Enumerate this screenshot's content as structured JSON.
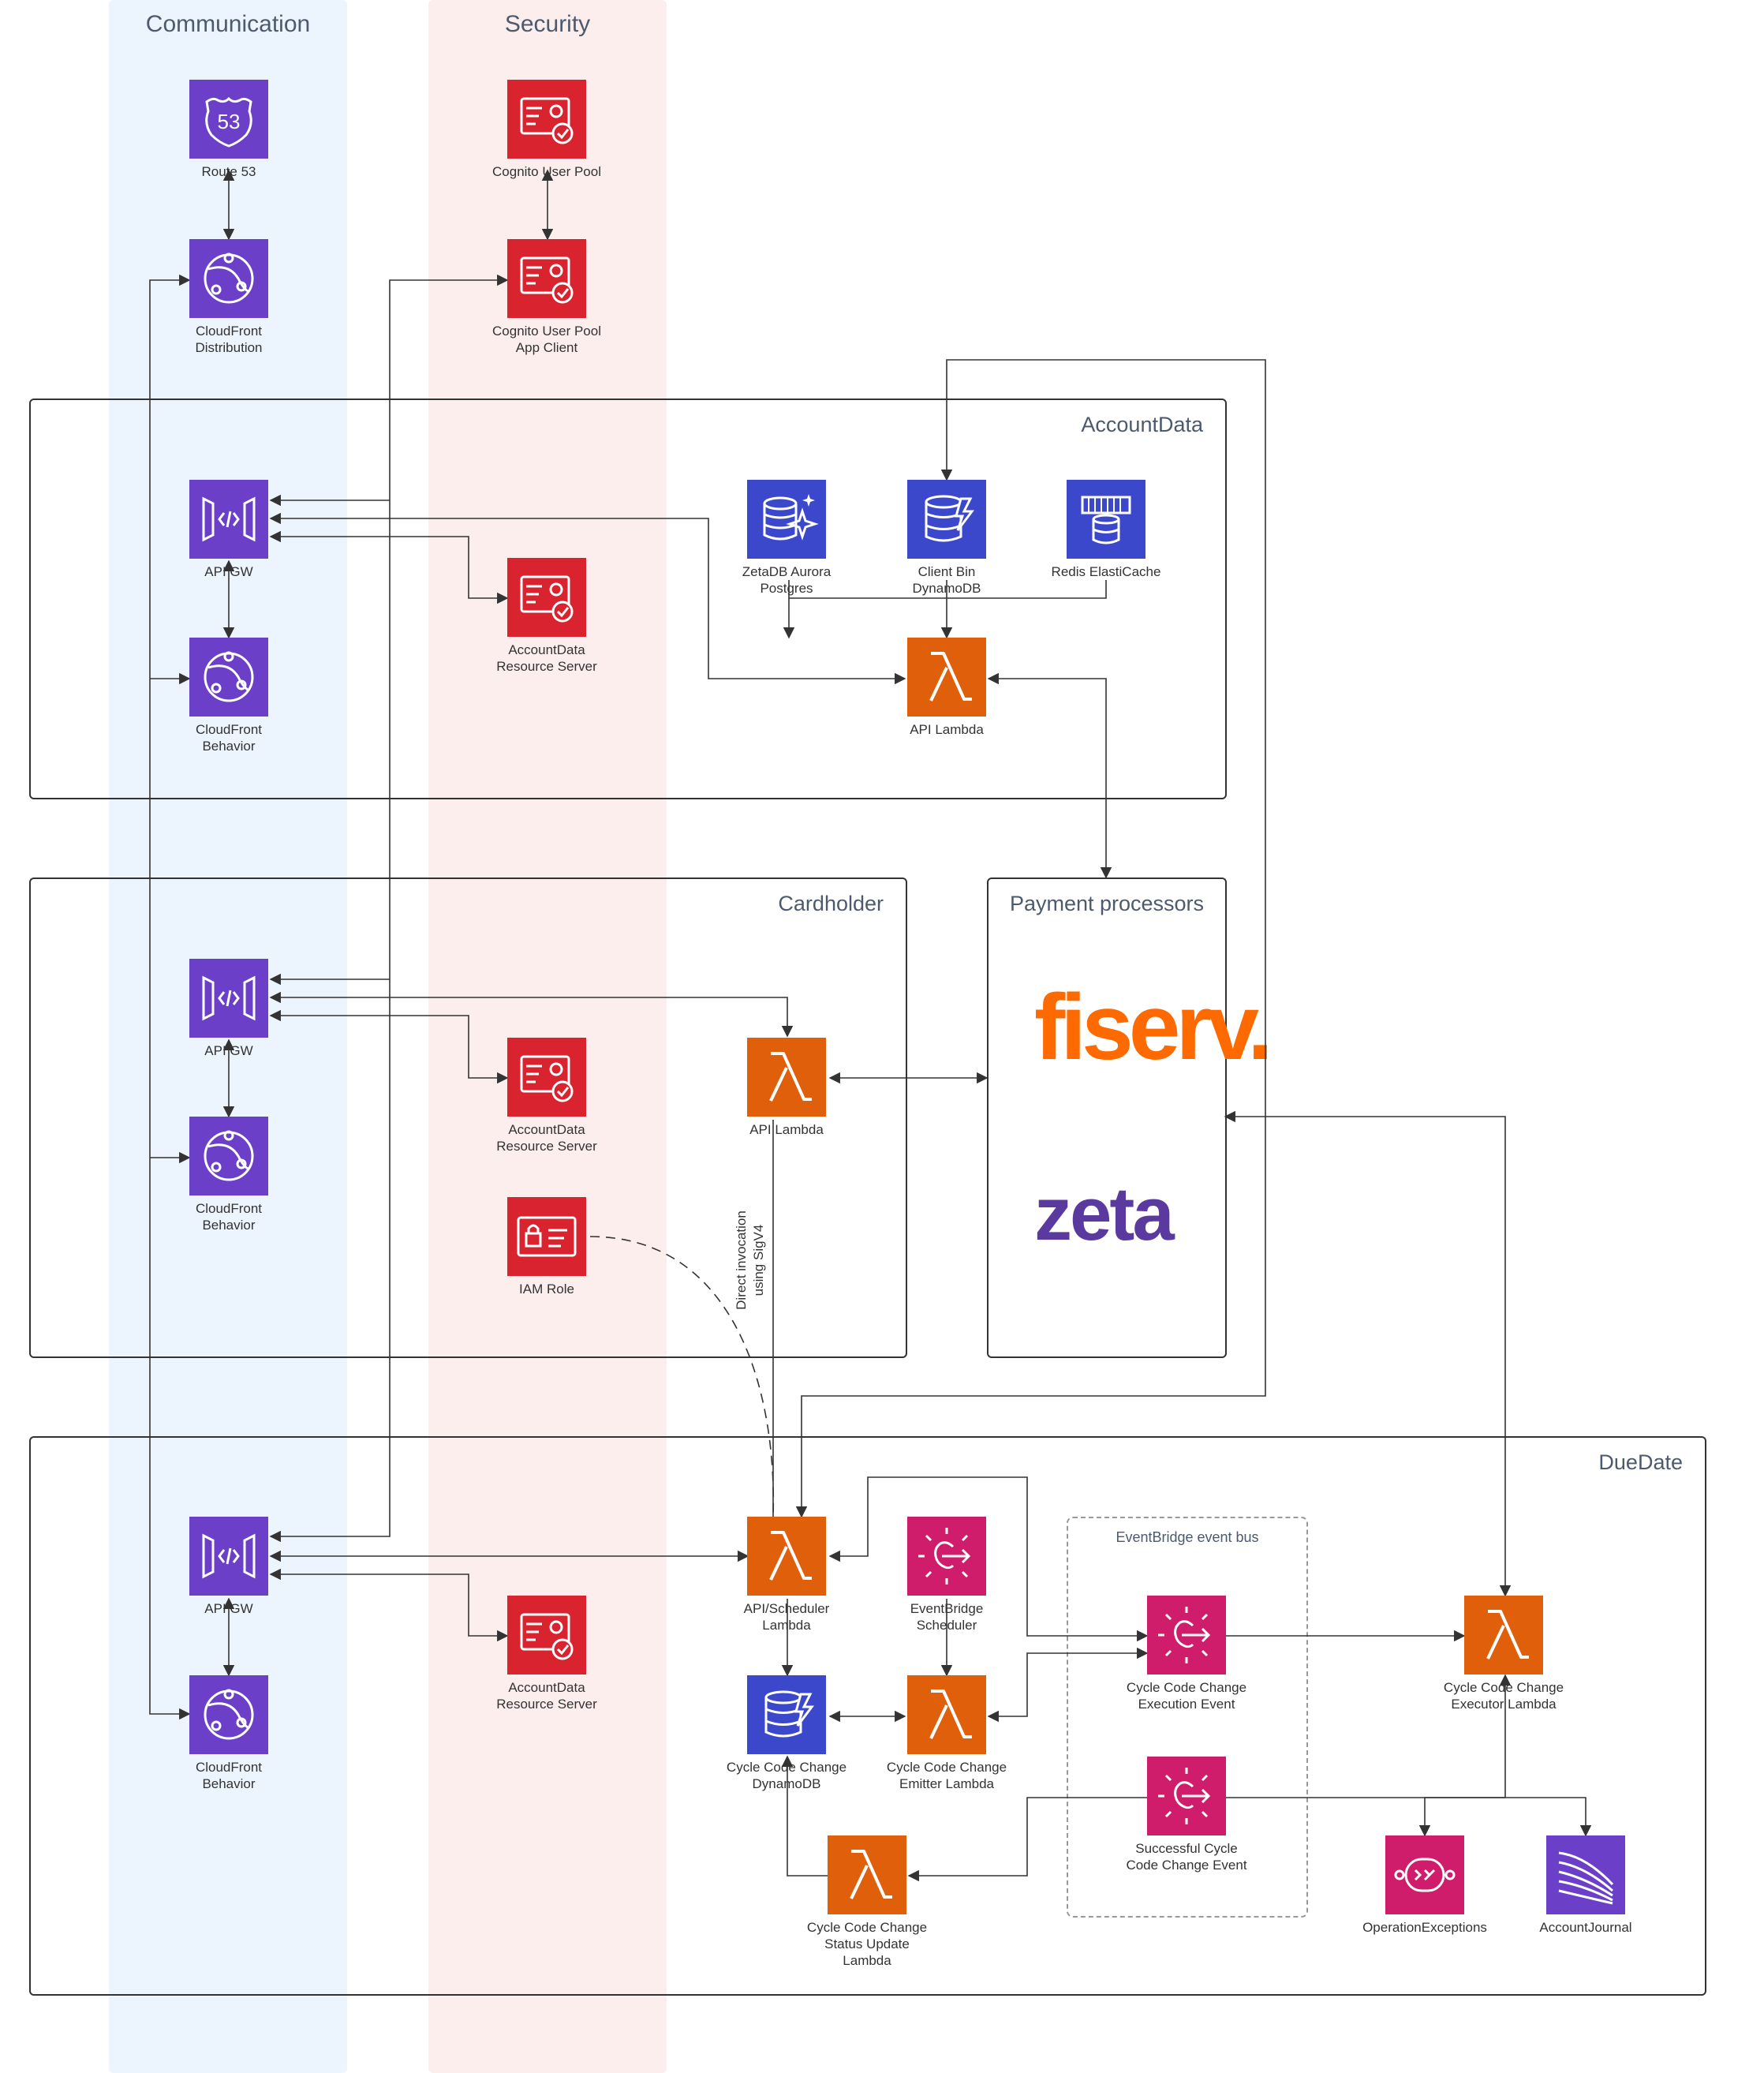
{
  "lanes": {
    "communication": "Communication",
    "security": "Security"
  },
  "groups": {
    "account_data": "AccountData",
    "cardholder": "Cardholder",
    "payment_processors": "Payment processors",
    "due_date": "DueDate",
    "event_bus": "EventBridge event bus"
  },
  "logos": {
    "fiserv": "fiserv.",
    "zeta": "zeta"
  },
  "nodes": {
    "route53": "Route 53",
    "cloudfront_distribution": "CloudFront\nDistribution",
    "cognito_user_pool": "Cognito User Pool",
    "cognito_app_client": "Cognito User Pool\nApp Client",
    "ad_api_gw": "API GW",
    "ad_cloudfront_behavior": "CloudFront\nBehavior",
    "ad_resource_server": "AccountData\nResource Server",
    "zetadb": "ZetaDB Aurora\nPostgres",
    "client_bin": "Client Bin\nDynamoDB",
    "redis": "Redis ElastiCache",
    "ad_api_lambda": "API Lambda",
    "ch_api_gw": "API GW",
    "ch_cloudfront_behavior": "CloudFront\nBehavior",
    "ch_resource_server": "AccountData\nResource Server",
    "ch_api_lambda": "API Lambda",
    "iam_role": "IAM Role",
    "dd_api_gw": "API GW",
    "dd_cloudfront_behavior": "CloudFront\nBehavior",
    "dd_resource_server": "AccountData\nResource Server",
    "scheduler_lambda": "API/Scheduler\nLambda",
    "eventbridge_scheduler": "EventBridge\nScheduler",
    "cc_dynamodb": "Cycle Code Change\nDynamoDB",
    "emitter_lambda": "Cycle Code Change\nEmitter Lambda",
    "execution_event": "Cycle Code Change\nExecution Event",
    "successful_event": "Successful Cycle\nCode Change Event",
    "status_update_lambda": "Cycle Code Change\nStatus Update\nLambda",
    "executor_lambda": "Cycle Code Change\nExecutor Lambda",
    "operation_exceptions": "OperationExceptions",
    "account_journal": "AccountJournal"
  },
  "annotations": {
    "direct_invocation": "Direct invocation\nusing SigV4"
  },
  "colors": {
    "purple": "#6b3fc7",
    "red": "#d9232e",
    "blue": "#3b48cc",
    "orange": "#e05f0b",
    "pink": "#cf1c6b",
    "lane_blue": "#ecf4fd",
    "lane_red": "#fdeeee"
  }
}
